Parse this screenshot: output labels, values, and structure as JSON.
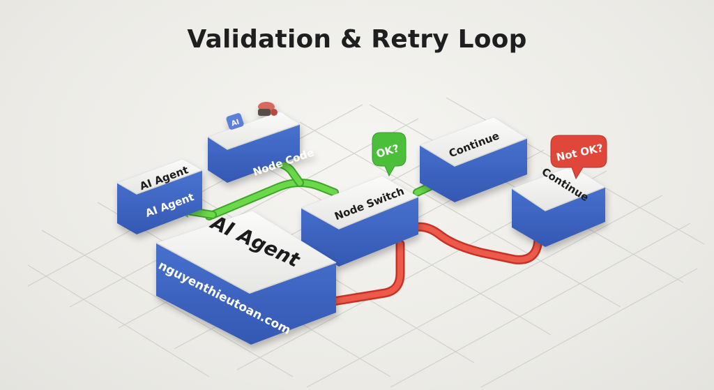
{
  "title": "Validation & Retry Loop",
  "nodes": {
    "ai_agent_small": {
      "top_label": "AI Agent",
      "side_label": "AI Agent"
    },
    "node_code": {
      "side_label": "Node Code",
      "chip_label": "AI"
    },
    "node_switch": {
      "top_label": "Node Switch"
    },
    "continue_main": {
      "top_label": "Continue"
    },
    "continue_retry": {
      "top_label": "Continue"
    },
    "ai_agent_main": {
      "top_label": "AI Agent",
      "side_label": "nguyenthieutoan.com"
    }
  },
  "badges": {
    "ok": "OK?",
    "not_ok": "Not OK?"
  },
  "colors": {
    "block_side": "#3f67c4",
    "block_top": "#f2f2f0",
    "green_path": "#5ccf3c",
    "red_path": "#e8493a",
    "ok_badge": "#4cbf3a",
    "not_ok_badge": "#e0463a"
  }
}
